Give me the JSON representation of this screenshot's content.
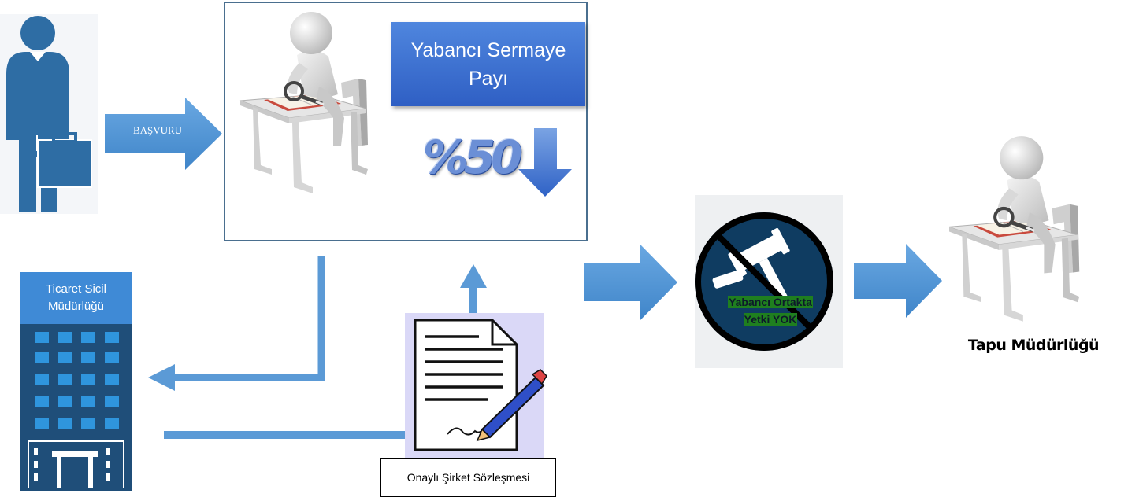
{
  "diagram": {
    "applicant_arrow_label": "BAŞVURU",
    "foreign_share_box": {
      "line1": "Yabancı Sermaye",
      "line2": "Payı"
    },
    "percentage_text": "%50",
    "trade_registry_label": {
      "line1": "Ticaret Sicil",
      "line2": "Müdürlüğü"
    },
    "contract_label": "Onaylı Şirket Sözleşmesi",
    "no_authority_text": {
      "line1": "Yabancı Ortakta",
      "line2": "Yetki YOK"
    },
    "land_registry_label": "Tapu Müdürlüğü"
  },
  "colors": {
    "arrow_blue": "#5b9bd5",
    "connector_blue": "#5b9ad6",
    "person_blue": "#2e6da4",
    "building_blue": "#1f4e79",
    "window_blue": "#2f95dd",
    "forbidden_circle": "#0f3c61",
    "forbidden_ring": "#000000",
    "highlight_green": "#1f7f1f"
  },
  "icons": [
    "businessman-icon",
    "reviewer-figure-icon",
    "down-arrow-icon",
    "building-icon",
    "document-signing-icon",
    "gavel-prohibited-icon",
    "reviewer-figure-icon"
  ]
}
